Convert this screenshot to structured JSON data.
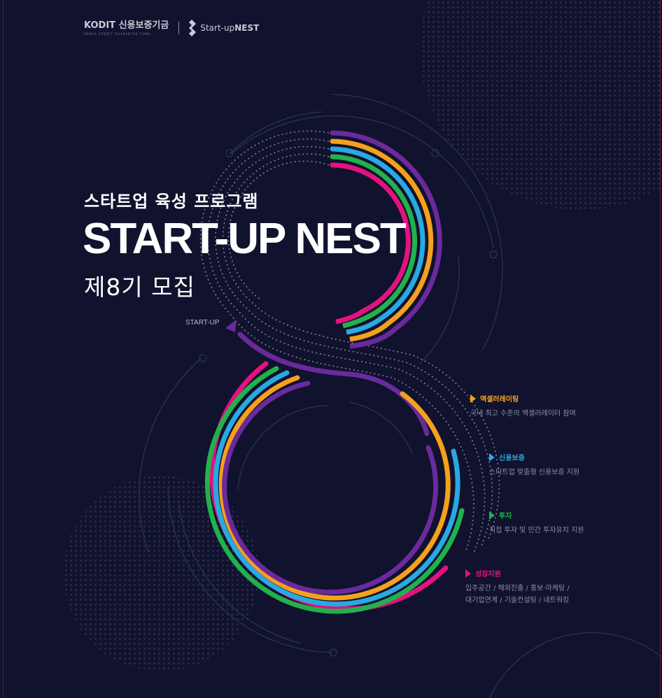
{
  "header": {
    "kodit_name": "KODIT 신용보증기금",
    "kodit_subtitle": "KOREA CREDIT GUARANTEE FUND",
    "nest_logo_light": "Start-up",
    "nest_logo_bold": "NEST"
  },
  "hero": {
    "subtitle": "스타트업 육성 프로그램",
    "title": "START-UP NEST",
    "recruit": "제8기 모집",
    "startup_tag": "START-UP"
  },
  "colors": {
    "background": "#11122d",
    "purple": "#6a2a9c",
    "orange": "#f5a11c",
    "blue": "#29a9e1",
    "green": "#22b14c",
    "magenta": "#e4127f",
    "dots": "#8a8aa8",
    "thin_line": "#26304f"
  },
  "features": [
    {
      "title": "액셀러레이팅",
      "color": "#f5a11c",
      "desc": [
        "국내 최고 수준의 액셀러레이터 참여"
      ]
    },
    {
      "title": "신용보증",
      "color": "#29a9e1",
      "desc": [
        "스타트업 맞춤형 신용보증 지원"
      ]
    },
    {
      "title": "투자",
      "color": "#22b14c",
      "desc": [
        "직접 투자 및 민간 투자유치 지원"
      ]
    },
    {
      "title": "성장지원",
      "color": "#e4127f",
      "desc": [
        "입주공간 / 해외진출 / 홍보·마케팅 /",
        "대기업연계 / 기술컨설팅 / 네트워킹"
      ]
    }
  ]
}
